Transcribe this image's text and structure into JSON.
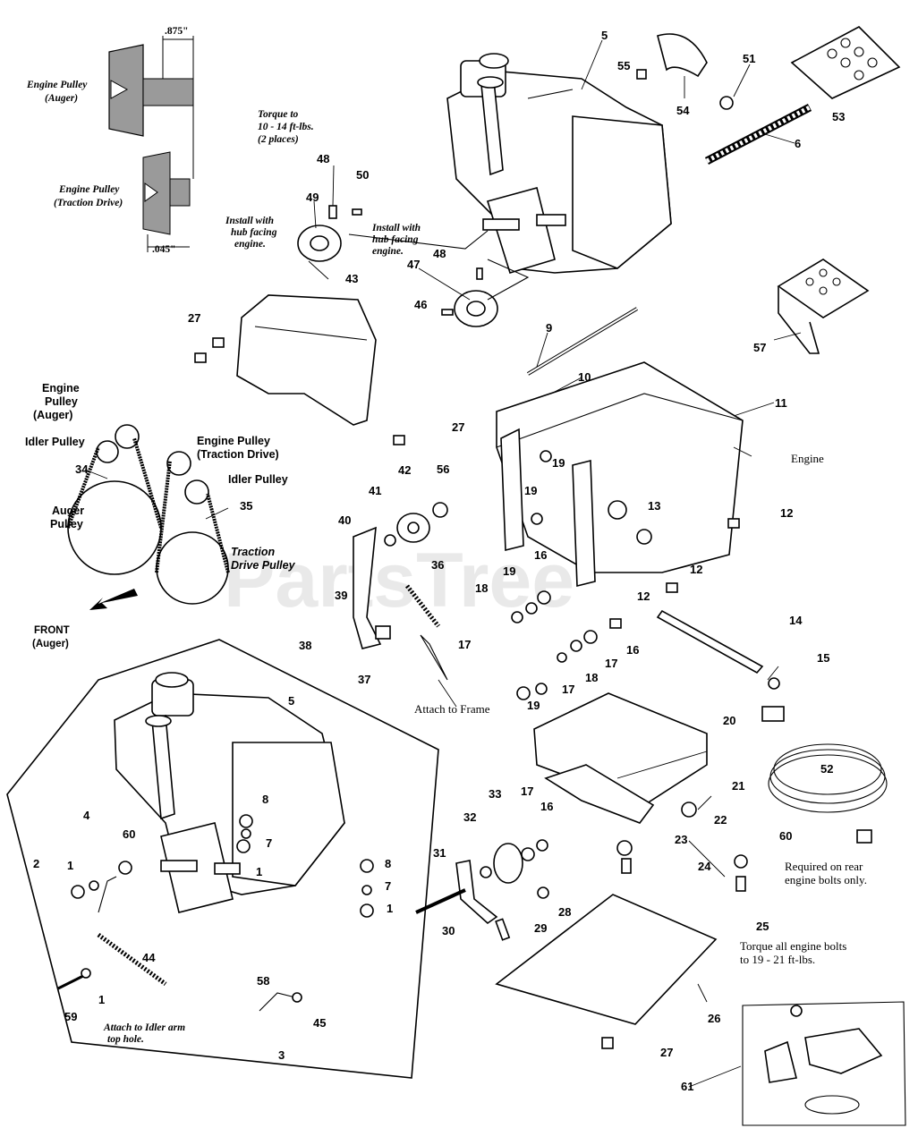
{
  "watermark": "PartsTree",
  "callouts": {
    "dim_875": ".875\"",
    "dim_045": ".045\"",
    "engine_pulley_auger_top": "Engine Pulley (Auger)",
    "engine_pulley_traction_top": "Engine Pulley (Traction Drive)",
    "torque_note": "Torque to 10 - 14 ft-lbs. (2 places)",
    "install_note_1": "Install with hub facing engine.",
    "install_note_2": "Install with hub facing engine.",
    "belt_engine_auger": "Engine Pulley (Auger)",
    "belt_idler_left": "Idler Pulley",
    "belt_engine_traction": "Engine Pulley (Traction Drive)",
    "belt_idler_right": "Idler Pulley",
    "belt_auger_pulley": "Auger Pulley",
    "belt_traction_pulley": "Traction Drive Pulley",
    "front_label": "FRONT (Auger)",
    "engine_label": "Engine",
    "attach_frame": "Attach to Frame",
    "required_rear": "Required on rear engine bolts only.",
    "torque_all": "Torque all engine bolts to 19 - 21 ft-lbs.",
    "attach_idler": "Attach to Idler arm top hole."
  },
  "parts": [
    {
      "id": "p5a",
      "n": "5"
    },
    {
      "id": "p55",
      "n": "55"
    },
    {
      "id": "p54",
      "n": "54"
    },
    {
      "id": "p51",
      "n": "51"
    },
    {
      "id": "p53",
      "n": "53"
    },
    {
      "id": "p6",
      "n": "6"
    },
    {
      "id": "p48a",
      "n": "48"
    },
    {
      "id": "p50",
      "n": "50"
    },
    {
      "id": "p49",
      "n": "49"
    },
    {
      "id": "p48b",
      "n": "48"
    },
    {
      "id": "p47",
      "n": "47"
    },
    {
      "id": "p46",
      "n": "46"
    },
    {
      "id": "p43",
      "n": "43"
    },
    {
      "id": "p27a",
      "n": "27"
    },
    {
      "id": "p27b",
      "n": "27"
    },
    {
      "id": "p9",
      "n": "9"
    },
    {
      "id": "p10",
      "n": "10"
    },
    {
      "id": "p11",
      "n": "11"
    },
    {
      "id": "p57",
      "n": "57"
    },
    {
      "id": "p34",
      "n": "34"
    },
    {
      "id": "p35",
      "n": "35"
    },
    {
      "id": "p42",
      "n": "42"
    },
    {
      "id": "p56",
      "n": "56"
    },
    {
      "id": "p41",
      "n": "41"
    },
    {
      "id": "p40",
      "n": "40"
    },
    {
      "id": "p19a",
      "n": "19"
    },
    {
      "id": "p19b",
      "n": "19"
    },
    {
      "id": "p13",
      "n": "13"
    },
    {
      "id": "p12a",
      "n": "12"
    },
    {
      "id": "p12b",
      "n": "12"
    },
    {
      "id": "p12c",
      "n": "12"
    },
    {
      "id": "p36",
      "n": "36"
    },
    {
      "id": "p39",
      "n": "39"
    },
    {
      "id": "p19c",
      "n": "19"
    },
    {
      "id": "p16a",
      "n": "16"
    },
    {
      "id": "p18a",
      "n": "18"
    },
    {
      "id": "p17a",
      "n": "17"
    },
    {
      "id": "p38",
      "n": "38"
    },
    {
      "id": "p37",
      "n": "37"
    },
    {
      "id": "p14",
      "n": "14"
    },
    {
      "id": "p16b",
      "n": "16"
    },
    {
      "id": "p17b",
      "n": "17"
    },
    {
      "id": "p18b",
      "n": "18"
    },
    {
      "id": "p17c",
      "n": "17"
    },
    {
      "id": "p19d",
      "n": "19"
    },
    {
      "id": "p15",
      "n": "15"
    },
    {
      "id": "p5b",
      "n": "5"
    },
    {
      "id": "p20",
      "n": "20"
    },
    {
      "id": "p52",
      "n": "52"
    },
    {
      "id": "p8a",
      "n": "8"
    },
    {
      "id": "p4",
      "n": "4"
    },
    {
      "id": "p60a",
      "n": "60"
    },
    {
      "id": "p7a",
      "n": "7"
    },
    {
      "id": "p2",
      "n": "2"
    },
    {
      "id": "p1a",
      "n": "1"
    },
    {
      "id": "p1b",
      "n": "1"
    },
    {
      "id": "p8b",
      "n": "8"
    },
    {
      "id": "p7b",
      "n": "7"
    },
    {
      "id": "p1c",
      "n": "1"
    },
    {
      "id": "p33",
      "n": "33"
    },
    {
      "id": "p17d",
      "n": "17"
    },
    {
      "id": "p16c",
      "n": "16"
    },
    {
      "id": "p21",
      "n": "21"
    },
    {
      "id": "p32",
      "n": "32"
    },
    {
      "id": "p22",
      "n": "22"
    },
    {
      "id": "p23",
      "n": "23"
    },
    {
      "id": "p60b",
      "n": "60"
    },
    {
      "id": "p31",
      "n": "31"
    },
    {
      "id": "p24",
      "n": "24"
    },
    {
      "id": "p28",
      "n": "28"
    },
    {
      "id": "p25",
      "n": "25"
    },
    {
      "id": "p30",
      "n": "30"
    },
    {
      "id": "p29",
      "n": "29"
    },
    {
      "id": "p44",
      "n": "44"
    },
    {
      "id": "p59",
      "n": "59"
    },
    {
      "id": "p1d",
      "n": "1"
    },
    {
      "id": "p58",
      "n": "58"
    },
    {
      "id": "p45",
      "n": "45"
    },
    {
      "id": "p3",
      "n": "3"
    },
    {
      "id": "p26",
      "n": "26"
    },
    {
      "id": "p27c",
      "n": "27"
    },
    {
      "id": "p61",
      "n": "61"
    }
  ],
  "icons": {
    "front_arrow": "arrow-down-left-icon",
    "hot_plate": "hot-warning-plate-icon"
  }
}
